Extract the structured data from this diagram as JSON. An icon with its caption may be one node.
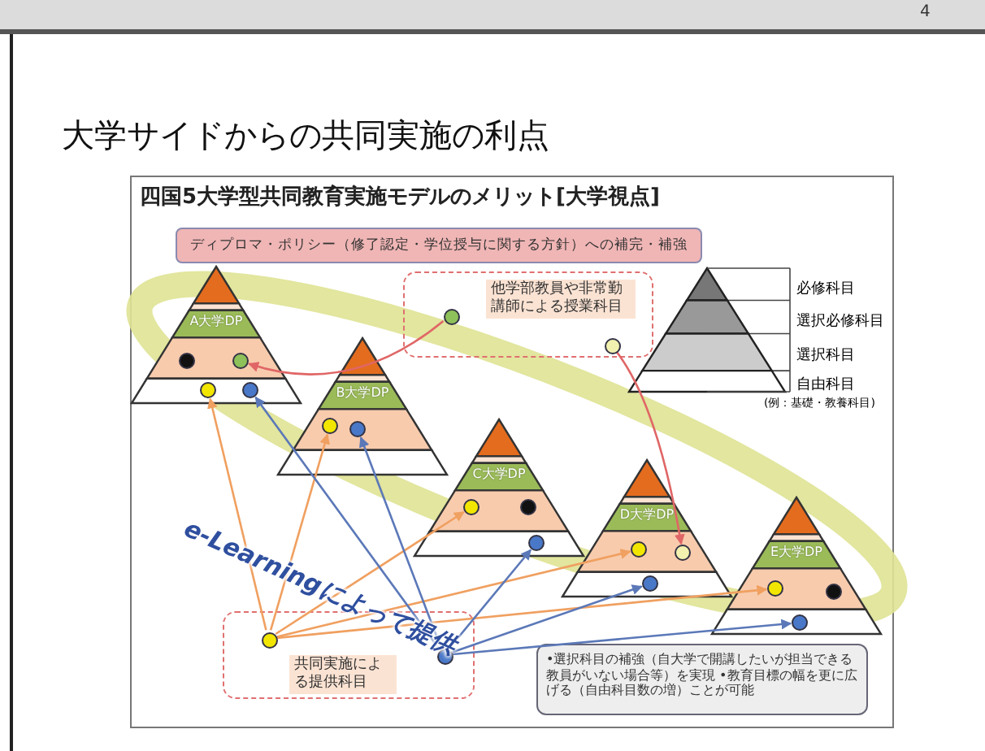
{
  "diagram": {
    "title": "大学サイドからの共同実施の利点",
    "nodes": [
      {
        "text": [
          "ディプロマ・ポリシー（修了認定・学位授与に関する方針）への補完・補強"
        ]
      },
      {
        "text": [
          "他学部教員や非常勤講師による授業科目"
        ]
      },
      {
        "text": [],
        "shape": "circle",
        "in": 1
      },
      {
        "text": [],
        "shape": "circle",
        "in": 1
      },
      {
        "text": [
          "A大学DP"
        ]
      },
      {
        "text": [],
        "shape": "circle",
        "in": 4
      },
      {
        "text": [],
        "shape": "circle",
        "in": 4
      },
      {
        "text": [],
        "shape": "circle",
        "in": 4
      },
      {
        "text": [],
        "shape": "circle",
        "in": 4
      },
      {
        "text": [
          "B大学DP"
        ]
      },
      {
        "text": [],
        "shape": "circle",
        "in": 9
      },
      {
        "text": [],
        "shape": "circle",
        "in": 9
      },
      {
        "text": [
          "C大学DP"
        ]
      },
      {
        "text": [],
        "shape": "circle",
        "in": 12
      },
      {
        "text": [],
        "shape": "circle",
        "in": 12
      },
      {
        "text": [],
        "shape": "circle",
        "in": 12
      },
      {
        "text": [
          "D大学DP"
        ]
      },
      {
        "text": [],
        "shape": "circle",
        "in": 16
      },
      {
        "text": [],
        "shape": "circle",
        "in": 16
      },
      {
        "text": [],
        "shape": "circle",
        "in": 16
      },
      {
        "text": [
          "E大学DP"
        ]
      },
      {
        "text": [],
        "shape": "circle",
        "in": 20
      },
      {
        "text": [],
        "shape": "circle",
        "in": 20
      },
      {
        "text": [],
        "shape": "circle",
        "in": 20
      },
      {
        "text": [
          "共同実施による提供科目"
        ]
      },
      {
        "text": [],
        "shape": "circle",
        "in": 24
      },
      {
        "text": [],
        "shape": "circle",
        "in": 24
      },
      {
        "text": [
          "•選択科目の補強（自大学で開講したいが担当できる教員がいない場合等）を実現 •教育目標の幅を更に広げる（自由科目数の増）ことが可能"
        ]
      }
    ],
    "edges": [
      {
        "from": 2,
        "to": 6,
        "arrow": "to",
        "color": "#e06666"
      },
      {
        "from": 3,
        "to": 18,
        "arrow": "to",
        "color": "#e06666"
      },
      {
        "from": 25,
        "to": 7,
        "arrow": "to"
      },
      {
        "from": 25,
        "to": 10,
        "arrow": "to"
      },
      {
        "from": 25,
        "to": 13,
        "arrow": "to"
      },
      {
        "from": 25,
        "to": 17,
        "arrow": "to"
      },
      {
        "from": 25,
        "to": 21,
        "arrow": "to"
      },
      {
        "from": 26,
        "to": 8,
        "arrow": "to",
        "color": "#5b78b8"
      },
      {
        "from": 26,
        "to": 11,
        "arrow": "to",
        "color": "#5b78b8"
      },
      {
        "from": 26,
        "to": 15,
        "arrow": "to",
        "color": "#5b78b8"
      },
      {
        "from": 26,
        "to": 19,
        "arrow": "to",
        "color": "#5b78b8"
      },
      {
        "from": 26,
        "to": 23,
        "arrow": "to",
        "color": "#5b78b8"
      }
    ],
    "labels": [
      "4",
      "四国5大学型共同教育実施モデルのメリット[大学視点]",
      "必修科目",
      "選択必修科目",
      "選択科目",
      "自由科目",
      "(例：基礎・教養科目)",
      "e-Learningによって提供"
    ]
  }
}
